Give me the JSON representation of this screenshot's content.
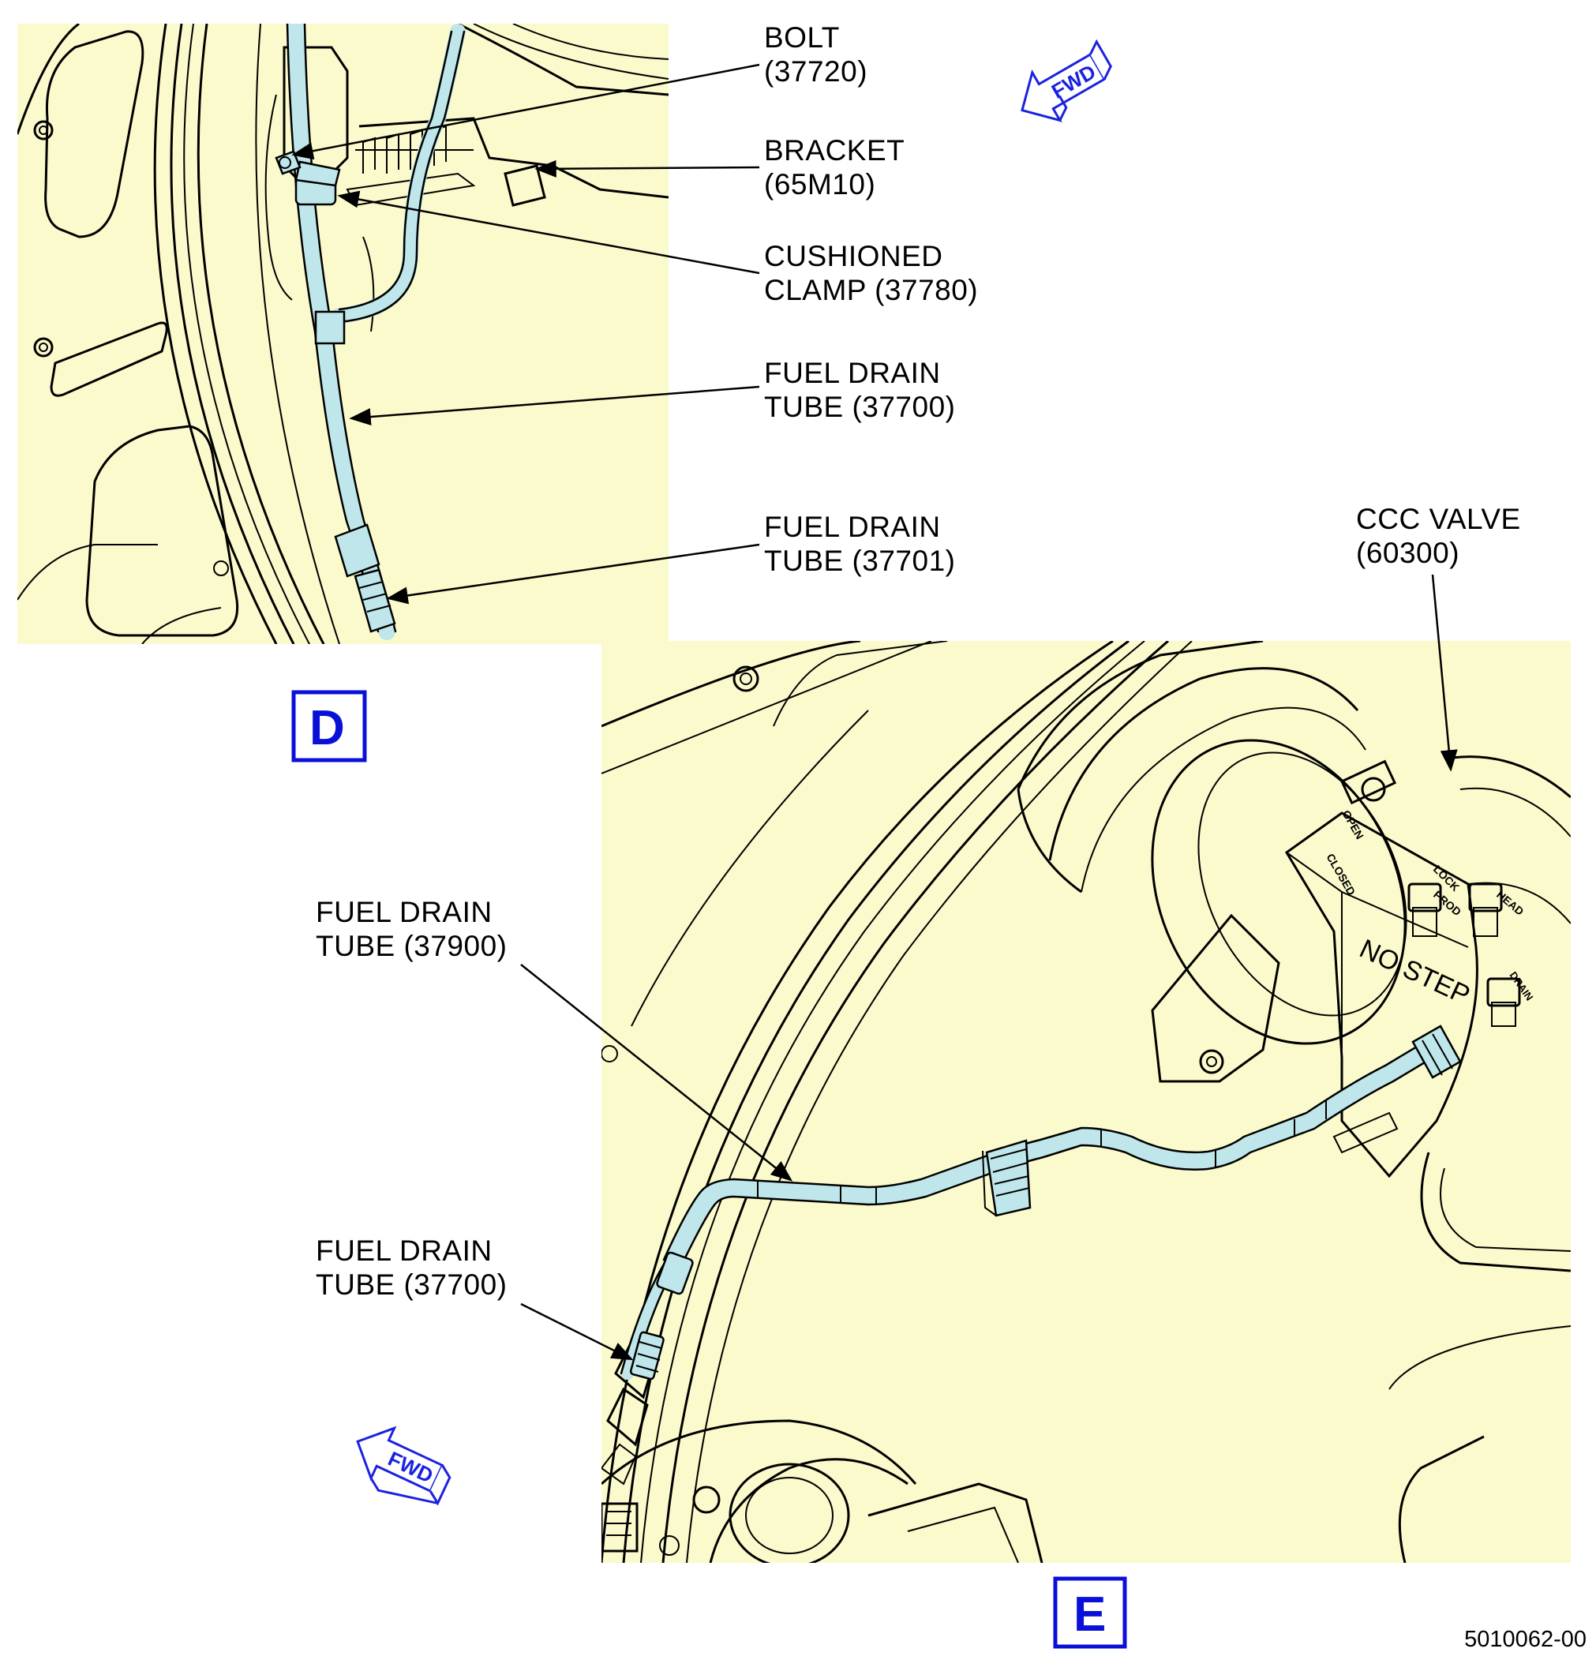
{
  "views": {
    "d": {
      "label": "D",
      "callouts": [
        {
          "line1": "BOLT",
          "line2": "(37720)"
        },
        {
          "line1": "BRACKET",
          "line2": "(65M10)"
        },
        {
          "line1": "CUSHIONED",
          "line2": "CLAMP (37780)"
        },
        {
          "line1": "FUEL DRAIN",
          "line2": "TUBE (37700)"
        },
        {
          "line1": "FUEL DRAIN",
          "line2": "TUBE (37701)"
        }
      ],
      "fwd": "FWD"
    },
    "e": {
      "label": "E",
      "callouts": [
        {
          "line1": "CCC VALVE",
          "line2": "(60300)"
        },
        {
          "line1": "FUEL DRAIN",
          "line2": "TUBE (37900)"
        },
        {
          "line1": "FUEL DRAIN",
          "line2": "TUBE (37700)"
        }
      ],
      "fwd": "FWD",
      "valve_markings": [
        "NO STEP",
        "LOCK",
        "PROD",
        "HEAD",
        "DRAIN",
        "CLOSED",
        "OPEN"
      ]
    }
  },
  "figure_number": "5010062-00",
  "colors": {
    "background": "#fbfacc",
    "tube": "#bfe6ea",
    "view_label": "#0a10d8"
  }
}
